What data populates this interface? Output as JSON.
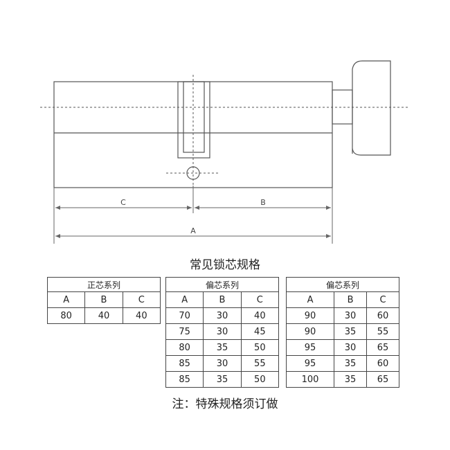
{
  "diagram": {
    "labels": {
      "c": "C",
      "b": "B",
      "a": "A"
    }
  },
  "heading": "常见锁芯规格",
  "tables": [
    {
      "title": "正芯系列",
      "columns": [
        "A",
        "B",
        "C"
      ],
      "rows": [
        [
          "80",
          "40",
          "40"
        ]
      ]
    },
    {
      "title": "偏芯系列",
      "columns": [
        "A",
        "B",
        "C"
      ],
      "rows": [
        [
          "70",
          "30",
          "40"
        ],
        [
          "75",
          "30",
          "45"
        ],
        [
          "80",
          "35",
          "50"
        ],
        [
          "85",
          "30",
          "55"
        ],
        [
          "85",
          "35",
          "50"
        ]
      ]
    },
    {
      "title": "偏芯系列",
      "columns": [
        "A",
        "B",
        "C"
      ],
      "rows": [
        [
          "90",
          "30",
          "60"
        ],
        [
          "90",
          "35",
          "55"
        ],
        [
          "95",
          "30",
          "65"
        ],
        [
          "95",
          "35",
          "60"
        ],
        [
          "100",
          "35",
          "65"
        ]
      ]
    }
  ],
  "note": "注：特殊规格须订做"
}
